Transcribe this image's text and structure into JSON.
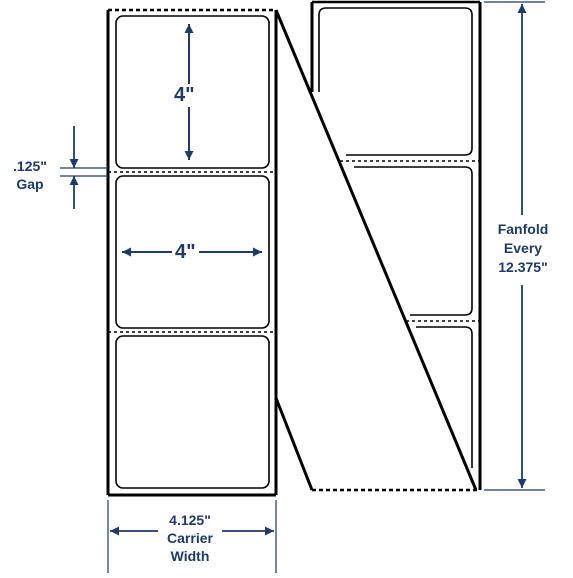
{
  "colors": {
    "ink": "#000000",
    "dimension": "#1e3a66",
    "background": "#ffffff"
  },
  "labels": {
    "label_height": "4\"",
    "label_width": "4\"",
    "gap_value": ".125\"",
    "gap_word": "Gap",
    "fanfold_line1": "Fanfold",
    "fanfold_line2": "Every",
    "fanfold_line3": "12.375\"",
    "carrier_line1": "4.125\"",
    "carrier_line2": "Carrier",
    "carrier_line3": "Width"
  }
}
